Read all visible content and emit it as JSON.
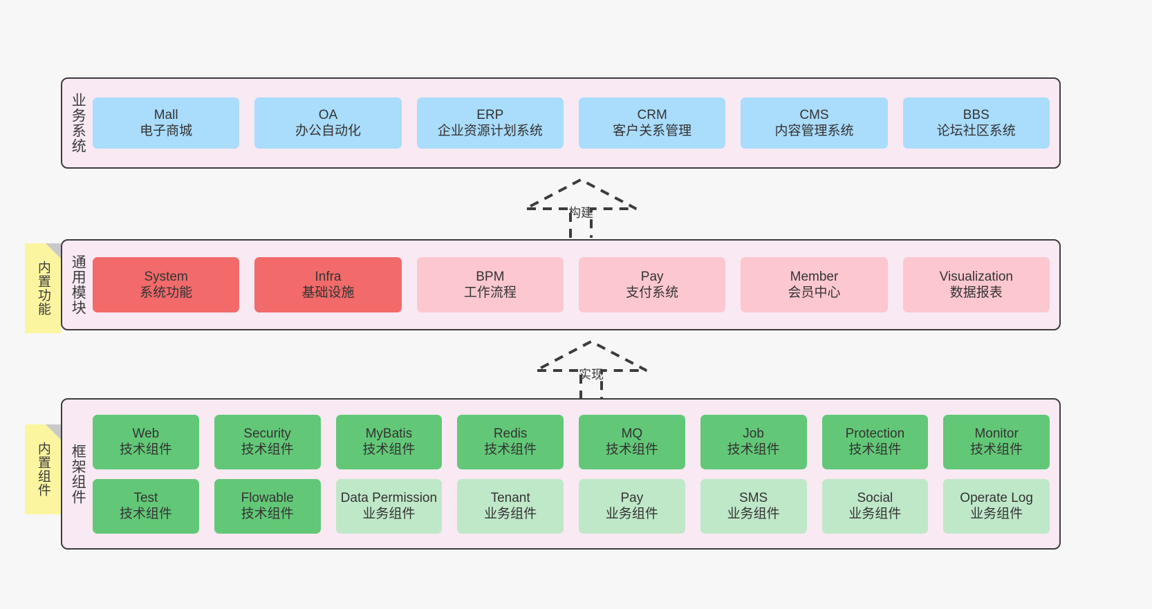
{
  "diagram": {
    "background_color": "#f7f7f7",
    "layer_fill": "#f8e9f3",
    "layer_border": "#3c3c3c",
    "note_color": "#fbf5a0",
    "colors": {
      "blue": "#aadcfb",
      "red": "#f26a6a",
      "pink": "#fcc7cf",
      "green": "#62c877",
      "light_green": "#bfe8c9",
      "fold": "#c9c9c9"
    }
  },
  "notes": [
    {
      "id": "builtin-function",
      "label": "内置功能"
    },
    {
      "id": "builtin-component",
      "label": "内置组件"
    }
  ],
  "arrows": [
    {
      "id": "build",
      "label": "构建",
      "style": "dashed-hollow-up"
    },
    {
      "id": "implement",
      "label": "实现",
      "style": "dashed-hollow-up"
    }
  ],
  "layers": [
    {
      "id": "business",
      "title": "业务系统",
      "rows": [
        {
          "cards": [
            {
              "en": "Mall",
              "cn": "电子商城",
              "color": "blue"
            },
            {
              "en": "OA",
              "cn": "办公自动化",
              "color": "blue"
            },
            {
              "en": "ERP",
              "cn": "企业资源计划系统",
              "color": "blue"
            },
            {
              "en": "CRM",
              "cn": "客户关系管理",
              "color": "blue"
            },
            {
              "en": "CMS",
              "cn": "内容管理系统",
              "color": "blue"
            },
            {
              "en": "BBS",
              "cn": "论坛社区系统",
              "color": "blue"
            }
          ]
        }
      ]
    },
    {
      "id": "modules",
      "title": "通用模块",
      "rows": [
        {
          "cards": [
            {
              "en": "System",
              "cn": "系统功能",
              "color": "red"
            },
            {
              "en": "Infra",
              "cn": "基础设施",
              "color": "red"
            },
            {
              "en": "BPM",
              "cn": "工作流程",
              "color": "pink"
            },
            {
              "en": "Pay",
              "cn": "支付系统",
              "color": "pink"
            },
            {
              "en": "Member",
              "cn": "会员中心",
              "color": "pink"
            },
            {
              "en": "Visualization",
              "cn": "数据报表",
              "color": "pink"
            }
          ]
        }
      ]
    },
    {
      "id": "framework",
      "title": "框架组件",
      "rows": [
        {
          "cards": [
            {
              "en": "Web",
              "cn": "技术组件",
              "color": "green"
            },
            {
              "en": "Security",
              "cn": "技术组件",
              "color": "green"
            },
            {
              "en": "MyBatis",
              "cn": "技术组件",
              "color": "green"
            },
            {
              "en": "Redis",
              "cn": "技术组件",
              "color": "green"
            },
            {
              "en": "MQ",
              "cn": "技术组件",
              "color": "green"
            },
            {
              "en": "Job",
              "cn": "技术组件",
              "color": "green"
            },
            {
              "en": "Protection",
              "cn": "技术组件",
              "color": "green"
            },
            {
              "en": "Monitor",
              "cn": "技术组件",
              "color": "green"
            }
          ]
        },
        {
          "cards": [
            {
              "en": "Test",
              "cn": "技术组件",
              "color": "green"
            },
            {
              "en": "Flowable",
              "cn": "技术组件",
              "color": "green"
            },
            {
              "en": "Data Permission",
              "cn": "业务组件",
              "color": "lightgreen"
            },
            {
              "en": "Tenant",
              "cn": "业务组件",
              "color": "lightgreen"
            },
            {
              "en": "Pay",
              "cn": "业务组件",
              "color": "lightgreen"
            },
            {
              "en": "SMS",
              "cn": "业务组件",
              "color": "lightgreen"
            },
            {
              "en": "Social",
              "cn": "业务组件",
              "color": "lightgreen"
            },
            {
              "en": "Operate Log",
              "cn": "业务组件",
              "color": "lightgreen"
            }
          ]
        }
      ]
    }
  ]
}
